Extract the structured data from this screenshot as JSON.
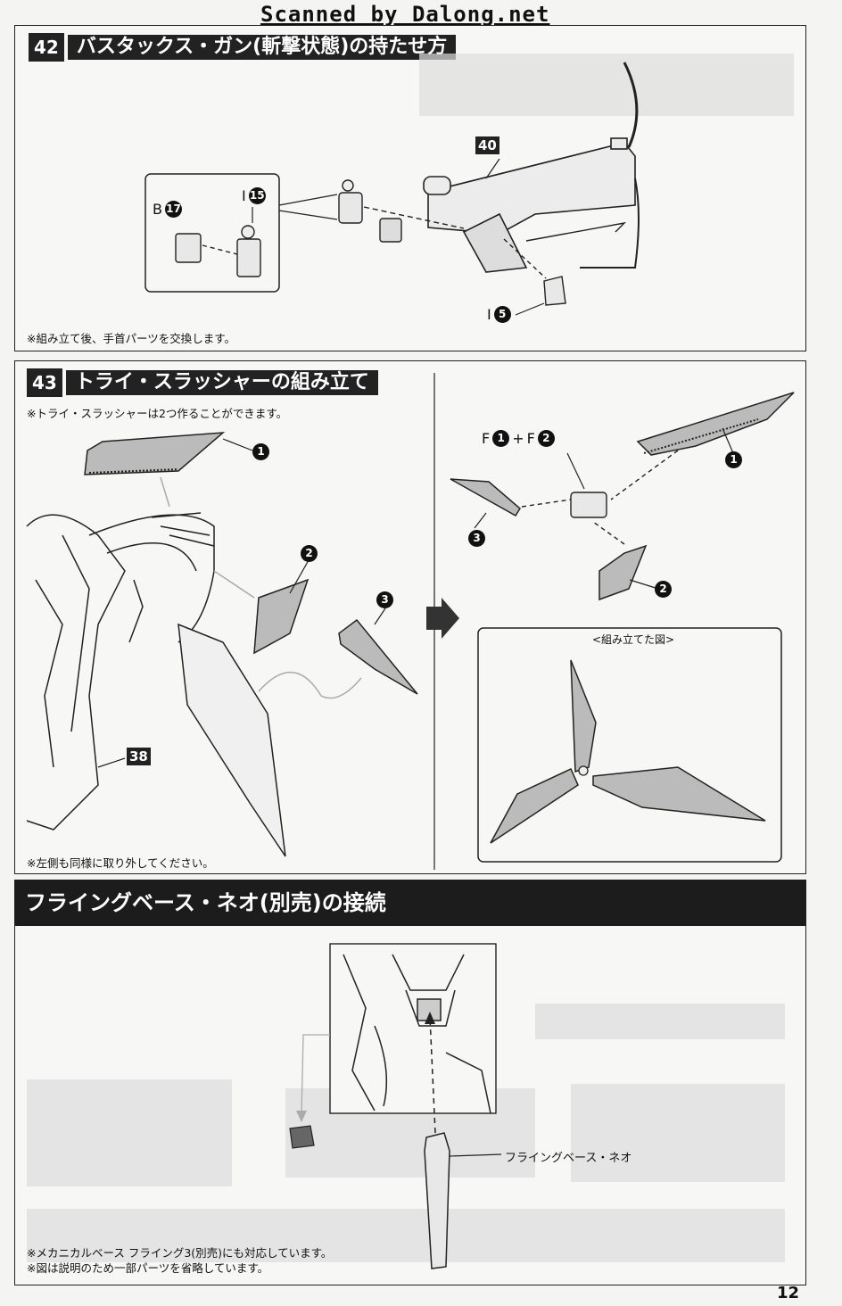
{
  "watermark": "Scanned by Dalong.net",
  "page_number": "12",
  "step42": {
    "number": "42",
    "title": "バスタックス・ガン(斬撃状態)の持たせ方",
    "part_badge": "40",
    "labels": [
      {
        "letter": "B",
        "num": "17"
      },
      {
        "letter": "I",
        "num": "15"
      },
      {
        "letter": "I",
        "num": "5"
      }
    ],
    "note": "※組み立て後、手首パーツを交換します。"
  },
  "step43": {
    "number": "43",
    "title": "トライ・スラッシャーの組み立て",
    "note_top": "※トライ・スラッシャーは2つ作ることができます。",
    "note_bottom": "※左側も同様に取り外してください。",
    "part_badge": "38",
    "left_nums": [
      "1",
      "2",
      "3"
    ],
    "combo": {
      "a_letter": "F",
      "a_num": "1",
      "plus": "+",
      "b_letter": "F",
      "b_num": "2"
    },
    "right_nums": [
      "1",
      "2",
      "3"
    ],
    "assembled_caption": "<組み立てた図>"
  },
  "flying": {
    "title": "フライングベース・ネオ(別売)の接続",
    "callout": "フライングベース・ネオ",
    "note1": "※メカニカルベース フライング3(別売)にも対応しています。",
    "note2": "※図は説明のため一部パーツを省略しています。"
  }
}
